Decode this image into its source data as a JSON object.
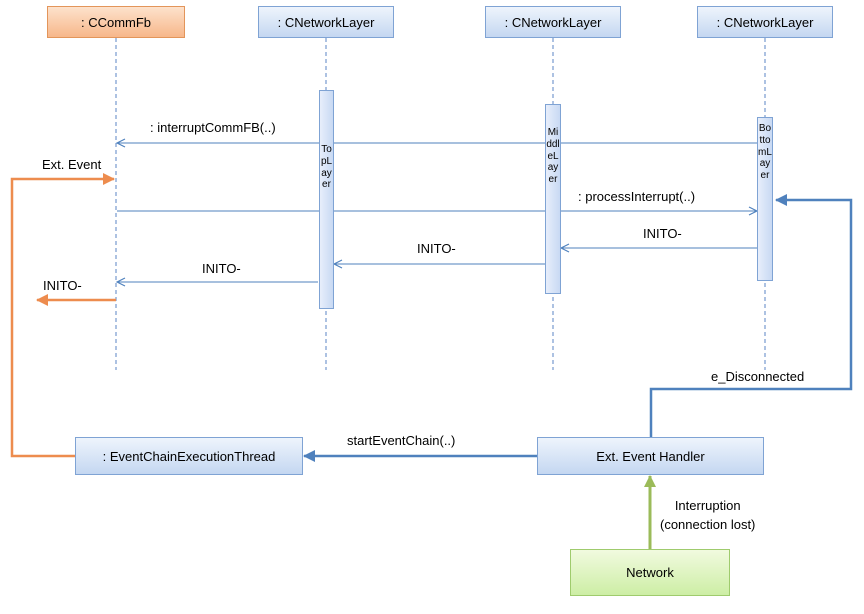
{
  "lifelines": [
    {
      "label": ": CCommFb"
    },
    {
      "label": ": CNetworkLayer"
    },
    {
      "label": ": CNetworkLayer"
    },
    {
      "label": ": CNetworkLayer"
    }
  ],
  "activations": [
    {
      "label": "TopLayer"
    },
    {
      "label": "MiddleLayer"
    },
    {
      "label": "BottomLayer"
    }
  ],
  "messages": {
    "interrupt": ": interruptCommFB(..)",
    "process": ": processInterrupt(..)",
    "inito_bottom_middle": "INITO-",
    "inito_middle_top": "INITO-",
    "inito_top_comm": "INITO-",
    "inito_out": "INITO-",
    "ext_event": "Ext. Event",
    "disconnected": "e_Disconnected",
    "start_chain": "startEventChain(..)",
    "interruption": "Interruption\n(connection lost)"
  },
  "boxes": {
    "thread": ": EventChainExecutionThread",
    "handler": "Ext. Event Handler",
    "network": "Network"
  },
  "colors": {
    "line_blue": "#4f81bd",
    "arrow_orange": "#ed8c4e",
    "arrow_green": "#9bbb59"
  }
}
